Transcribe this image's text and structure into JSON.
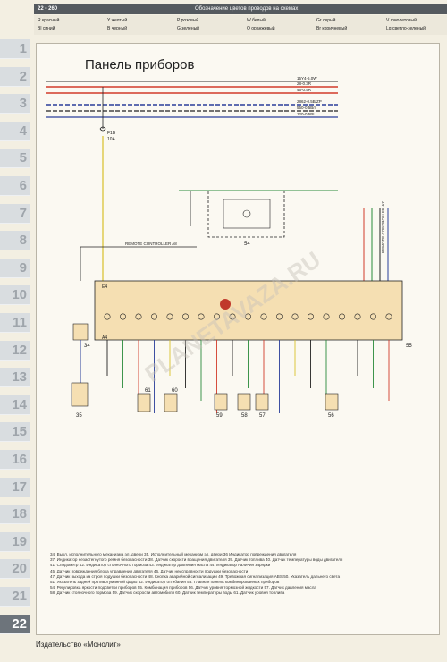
{
  "header": {
    "page_badge": "22 • 260",
    "caption": "Обозначение цветов проводов на схемах"
  },
  "legend": [
    [
      "R",
      "красный"
    ],
    [
      "Y",
      "желтый"
    ],
    [
      "P",
      "розовый"
    ],
    [
      "W",
      "белый"
    ],
    [
      "Gr",
      "серый"
    ],
    [
      "V",
      "фиолетовый"
    ],
    [
      "Bl",
      "синий"
    ],
    [
      "B",
      "черный"
    ],
    [
      "G",
      "зеленый"
    ],
    [
      "O",
      "оранжевый"
    ],
    [
      "Br",
      "коричневый"
    ],
    [
      "Lg",
      "светло-зеленый"
    ]
  ],
  "side_tabs": [
    "1",
    "2",
    "3",
    "4",
    "5",
    "6",
    "7",
    "8",
    "9",
    "10",
    "11",
    "12",
    "13",
    "14",
    "15",
    "16",
    "17",
    "18",
    "19",
    "20",
    "21",
    "22"
  ],
  "active_tab": "22",
  "diagram": {
    "title": "Панель приборов",
    "bus_labels": [
      "15Y4-6.0W",
      "28-0.3R",
      "46-0.5R",
      "2862-0.5B/ZP",
      "550-0.5B/I",
      "120-0.5BI"
    ],
    "fuse_label": "F1B",
    "fuse_amp": "10A",
    "controller_label": "REMOTE CONTROLLER A8",
    "controller_label_right": "REMOTE CONTROLLER A7",
    "relay_number": "54",
    "cluster_number": "55",
    "cluster_top_label": "E4",
    "cluster_bottom_label": "A4",
    "component_numbers": [
      "34",
      "35",
      "61",
      "60",
      "59",
      "58",
      "57",
      "56"
    ],
    "watermark": "PLANETAVAZA.RU"
  },
  "notes": [
    "34. Выкл. исполнительного механизма эл. двери 35. Исполнительный механизм эл. двери 36 Индикатор повреждения двигателя",
    "37. Индикатор незастегнутого ремня безопасности 38. Датчик скорости вращения двигателя 39. Датчик топлива 40. Датчик температуры воды двигателя",
    "41. Спидометр 42. Индикатор стояночного тормоза 43. Индикатор давления масла 44. Индикатор наличия зарядки",
    "45. Датчик повреждения блока управления двигателя 46. Датчик неисправности подушки безопасности",
    "47. Датчик выхода из строя подушки безопасности 48. Кнопка аварийной сигнализации 49. Тревожная сигнализация ABS 50. Указатель дальнего света",
    "51. Указатель задней противотуманной фары 52. Индикатор отгибания 53. Главная панель комбинированных приборов",
    "54. Регулировка яркости подсветки приборов 55. Комбинация приборов 56. Датчик уровня тормозной жидкости 57. Датчик давления масла",
    "58. Датчик стояночного тормоза 59. Датчик скорости автомобиля 60. Датчик температуры воды 61. Датчик уровня топлива"
  ],
  "footer": "Издательство «Монолит»"
}
